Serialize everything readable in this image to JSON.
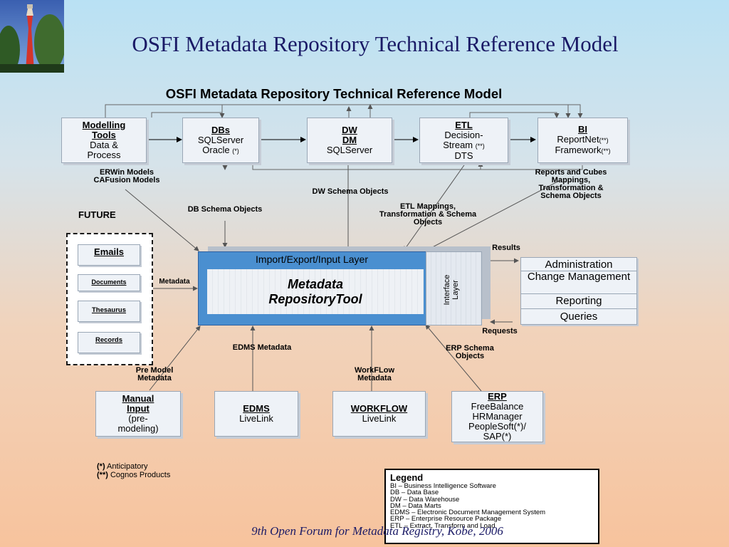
{
  "slide_title": "OSFI Metadata Repository Technical Reference Model",
  "diagram_title": "OSFI Metadata Repository Technical Reference Model",
  "top_boxes": {
    "modelling": {
      "line1": "Modelling",
      "line2": "Tools",
      "line3": "Data &",
      "line4": "Process"
    },
    "dbs": {
      "line1": "DBs",
      "line2": "SQLServer",
      "line3": "Oracle",
      "mark": "(*)"
    },
    "dw": {
      "line1": "DW",
      "line2": "DM",
      "line3": "SQLServer"
    },
    "etl": {
      "line1": "ETL",
      "line2": "Decision-",
      "line3": "Stream",
      "mark": "(**)",
      "line4": "DTS"
    },
    "bi": {
      "line1": "BI",
      "line2": "ReportNet",
      "mark2": "(**)",
      "line3": "Framework",
      "mark3": "(**)"
    }
  },
  "labels": {
    "erwin": "ERWin Models CAFusion Models",
    "db_schema": "DB Schema Objects",
    "dw_schema": "DW Schema Objects",
    "etl_map": "ETL Mappings, Transformation & Schema Objects",
    "reports": "Reports and Cubes Mappings, Transformation & Schema Objects",
    "results": "Results",
    "requests": "Requests",
    "metadata": "Metadata",
    "pre_model": "Pre Model Metadata",
    "edms_meta": "EDMS Metadata",
    "workflow_meta": "WorkFLow Metadata",
    "erp_schema": "ERP Schema Objects"
  },
  "future": {
    "title": "FUTURE",
    "items": [
      "Emails",
      "Documents",
      "Thesaurus",
      "Records"
    ]
  },
  "repository": {
    "layer": "Import/Export/Input Layer",
    "tool_line1": "Metadata",
    "tool_line2": "RepositoryTool",
    "interface": "Interface Layer"
  },
  "side_items": [
    "Administration",
    "Change Management",
    "Reporting",
    "Queries"
  ],
  "bottom_boxes": {
    "manual": {
      "line1": "Manual",
      "line2": "Input",
      "line3": "(pre-",
      "line4": "modeling)"
    },
    "edms": {
      "line1": "EDMS",
      "line2": "LiveLink"
    },
    "workflow": {
      "line1": "WORKFLOW",
      "line2": "LiveLink"
    },
    "erp": {
      "line1": "ERP",
      "line2": "FreeBalance",
      "line3": "HRManager",
      "line4": "PeopleSoft(*)/",
      "line5": "SAP(*)"
    }
  },
  "notes": {
    "mark1": "(*)",
    "text1": " Anticipatory",
    "mark2": "(**)",
    "text2": " Cognos Products"
  },
  "legend": {
    "title": "Legend",
    "items": [
      "BI – Business Intelligence Software",
      "DB – Data Base",
      "DW – Data Warehouse",
      "DM – Data Marts",
      "EDMS – Electronic Document Management System",
      "ERP – Enterprise Resource Package",
      "ETL – Extract, Transform and Load"
    ]
  },
  "footer": "9th Open Forum for Metadata Registry, Kobe, 2006"
}
